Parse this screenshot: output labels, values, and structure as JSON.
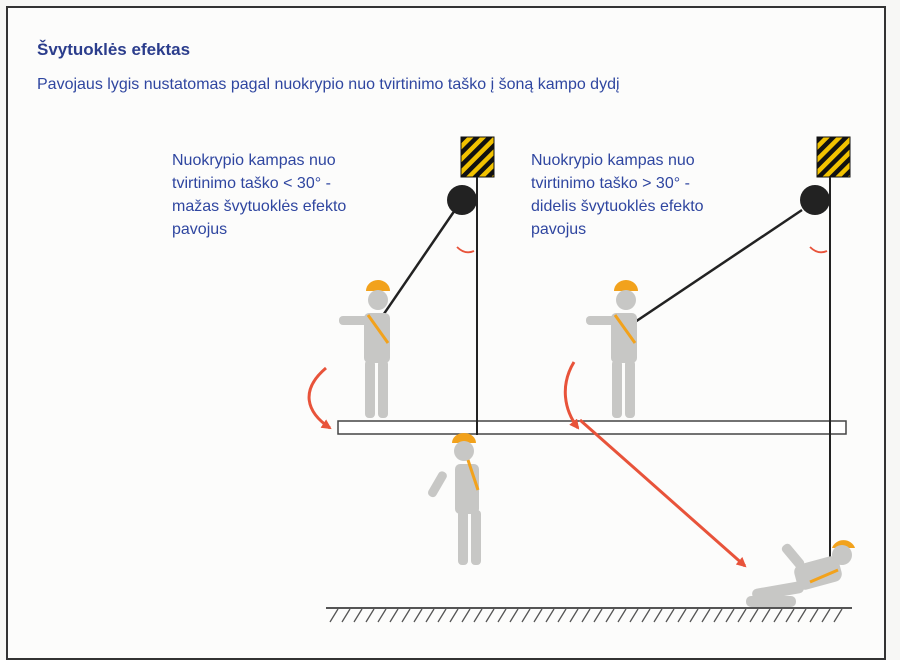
{
  "title": "Švytuoklės efektas",
  "subtitle": "Pavojaus lygis nustatomas pagal  nuokrypio nuo tvirtinimo taško į šoną kampo dydį",
  "scenarios": [
    {
      "text": "Nuokrypio kampas nuo\ntvirtinimo taško < 30° -\nmažas švytuoklės efekto\npavojus"
    },
    {
      "text": "Nuokrypio kampas nuo\ntvirtinimo taško > 30° -\ndidelis švytuoklės efekto\npavojus"
    }
  ],
  "colors": {
    "text": "#2f46a0",
    "arrow": "#e8533a",
    "helmet": "#f2a21c",
    "figure": "#c7c7c5",
    "hazard_yellow": "#f2c200",
    "hazard_black": "#111111"
  }
}
